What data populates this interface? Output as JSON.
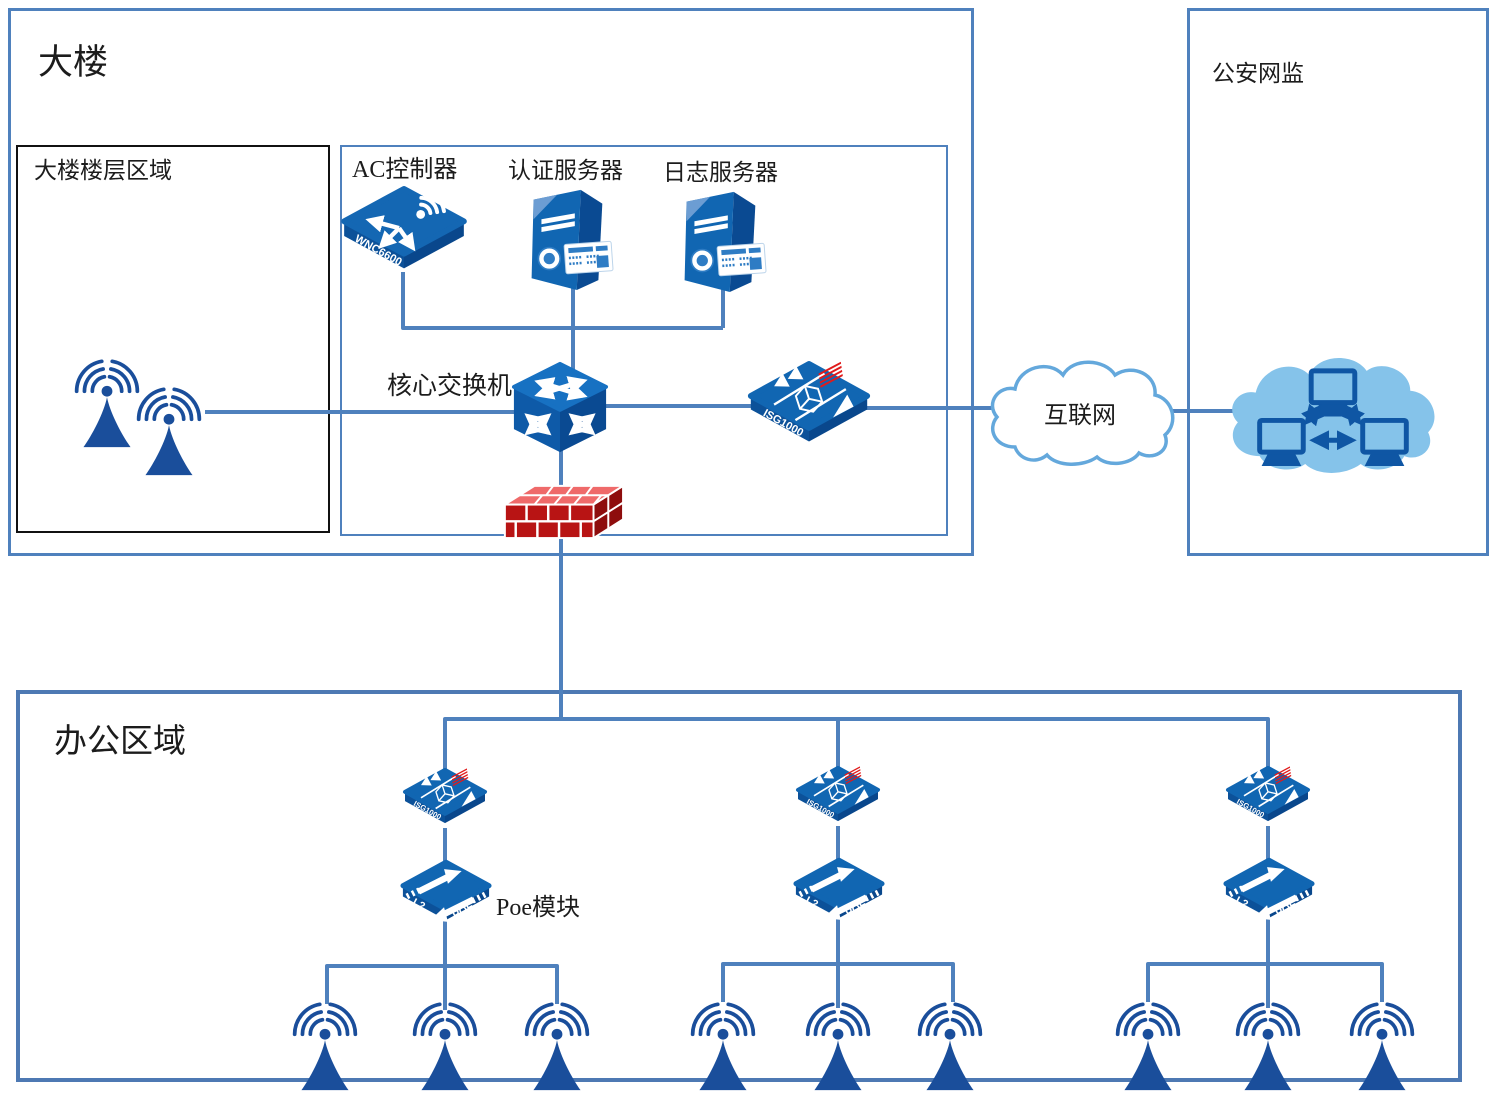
{
  "building": {
    "title": "大楼"
  },
  "floor_area": {
    "title": "大楼楼层区域"
  },
  "server_zone": {
    "ac_label": "AC控制器",
    "ac_model": "WNC6600",
    "auth_label": "认证服务器",
    "log_label": "日志服务器",
    "core_label": "核心交换机",
    "firewall_model": "ISG1000"
  },
  "internet": {
    "label": "互联网"
  },
  "police": {
    "title": "公安网监"
  },
  "office": {
    "title": "办公区域",
    "poe_label": "Poe模块",
    "branches": [
      {
        "firewall_model": "ISG1000",
        "switch_left": "L2",
        "switch_right": "POE"
      },
      {
        "firewall_model": "ISG1000",
        "switch_left": "L2",
        "switch_right": "POE"
      },
      {
        "firewall_model": "ISG1000",
        "switch_left": "L2",
        "switch_right": "POE"
      }
    ]
  },
  "colors": {
    "connector": "#4f81bd",
    "box_border": "#4f81bd",
    "device_blue": "#1166b2",
    "device_blue_dark": "#0c5199",
    "antenna_blue": "#1a4e9b",
    "brick_red": "#b81414",
    "brick_red_light": "#ef6a6a",
    "cloud_fill": "#85c3ea",
    "cloud_icon_blue": "#0f56a4"
  }
}
